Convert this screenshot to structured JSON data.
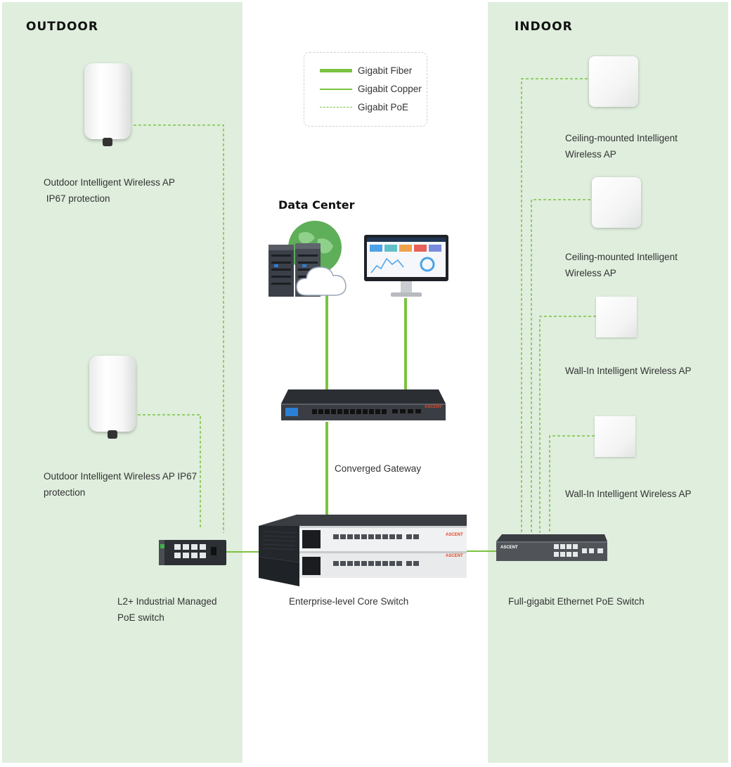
{
  "sections": {
    "outdoor": "OUTDOOR",
    "indoor": "INDOOR"
  },
  "legend": {
    "fiber": "Gigabit Fiber",
    "copper": "Gigabit Copper",
    "poe": "Gigabit PoE"
  },
  "data_center": {
    "title": "Data Center"
  },
  "outdoor_devices": [
    {
      "line1": "Outdoor Intelligent Wireless AP",
      "line2": " IP67 protection"
    },
    {
      "line1": "Outdoor Intelligent Wireless AP IP67",
      "line2": "protection"
    }
  ],
  "indoor_devices": [
    {
      "line1": "Ceiling-mounted Intelligent",
      "line2": "Wireless AP"
    },
    {
      "line1": "Ceiling-mounted Intelligent",
      "line2": "Wireless AP"
    },
    {
      "line1": "Wall-In Intelligent Wireless AP"
    },
    {
      "line1": "Wall-In Intelligent Wireless AP"
    }
  ],
  "network": {
    "gateway": "Converged Gateway",
    "core_switch": "Enterprise-level Core Switch",
    "industrial_switch_line1": "L2+ Industrial Managed",
    "industrial_switch_line2": "PoE switch",
    "poe_switch": "Full-gigabit Ethernet PoE Switch",
    "brand": "ASCENT"
  },
  "colors": {
    "panel": "#dfeedd",
    "fiber": "#7cc242",
    "copper": "#7cc242",
    "poe": "#7cc242"
  }
}
